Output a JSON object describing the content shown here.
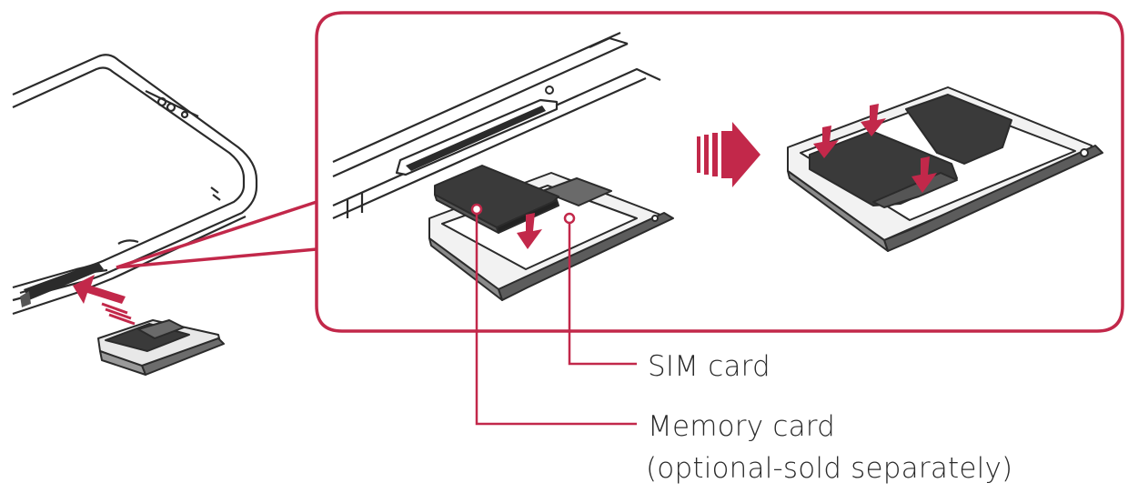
{
  "colors": {
    "accent": "#c2284a",
    "outline": "#2b2b2b",
    "card_dark": "#3a3a3a",
    "tray_dark": "#5c5c5c"
  },
  "labels": {
    "sim_card": "SIM card",
    "memory_card": "Memory card",
    "memory_note": "(optional-sold separately)"
  },
  "icons": [
    "insert-arrow-icon",
    "transition-arrow-icon",
    "press-down-arrow-icon"
  ]
}
